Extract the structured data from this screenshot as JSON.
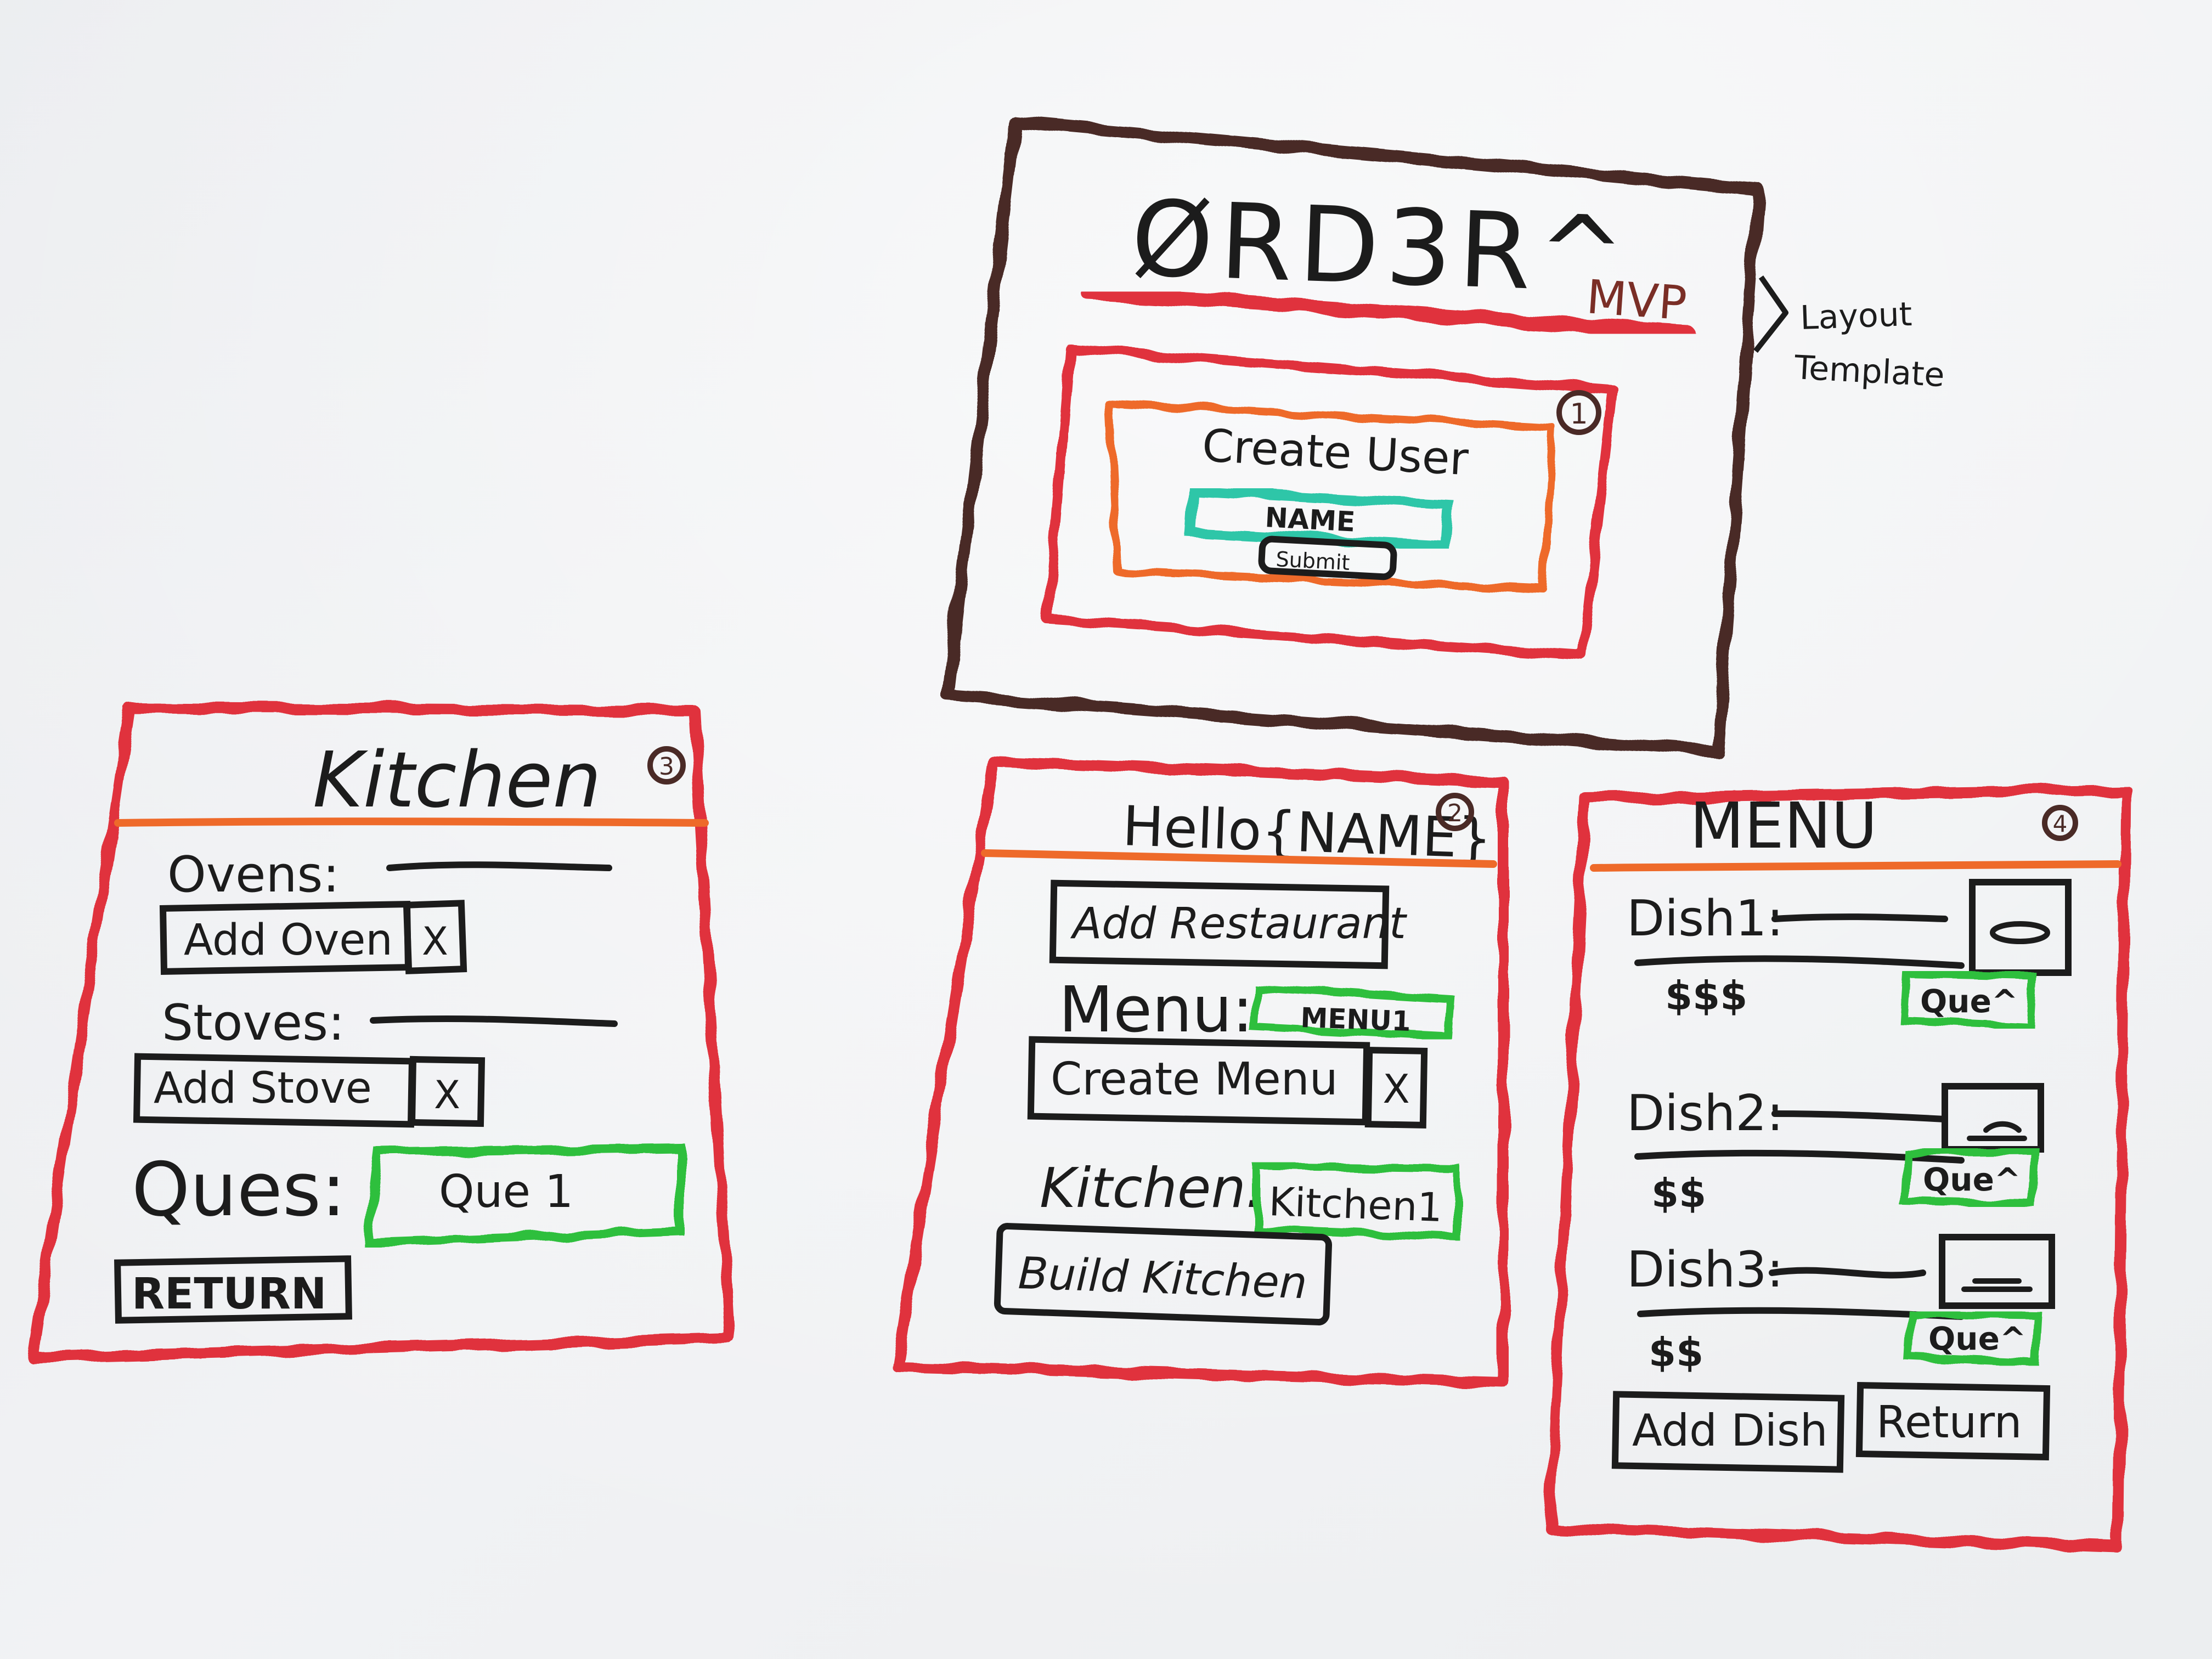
{
  "colors": {
    "board": "#eceef0",
    "black_marker": "#1c1c1c",
    "brown_marker": "#4a2a26",
    "red_marker": "#e0303c",
    "orange_marker": "#ee6a2a",
    "green_marker": "#2fbf3c",
    "teal_marker": "#2fc6a8"
  },
  "layout_template": {
    "logo": "ØRD3R^",
    "badge": "MVP",
    "side_note_line1": "Layout",
    "side_note_line2": "Template",
    "screen_number": "1",
    "form_title": "Create User",
    "name_field": "NAME",
    "submit_button": "Submit"
  },
  "kitchen": {
    "title": "Kitchen",
    "screen_number": "3",
    "ovens_label": "Ovens:",
    "add_oven_button": "Add Oven",
    "add_oven_remove": "X",
    "stoves_label": "Stoves:",
    "add_stove_button": "Add Stove",
    "add_stove_remove": "X",
    "ques_label": "Ques:",
    "ques_field": "Que 1",
    "return_button": "RETURN"
  },
  "home": {
    "title": "Hello{NAME}",
    "screen_number": "2",
    "add_restaurant_button": "Add Restaurant",
    "menu_label": "Menu:",
    "menu_field": "MENU1",
    "create_menu_button": "Create Menu",
    "create_menu_remove": "X",
    "kitchen_label": "Kitchen:",
    "kitchen_field": "Kitchen1",
    "build_kitchen_button": "Build Kitchen"
  },
  "menu": {
    "title": "MENU",
    "screen_number": "4",
    "dishes": [
      {
        "label": "Dish1:",
        "price": "$$$",
        "queue_button": "Que^"
      },
      {
        "label": "Dish2:",
        "price": "$$",
        "queue_button": "Que^"
      },
      {
        "label": "Dish3:",
        "price": "$$",
        "queue_button": "Que^"
      }
    ],
    "add_dish_button": "Add Dish",
    "return_button": "Return"
  }
}
